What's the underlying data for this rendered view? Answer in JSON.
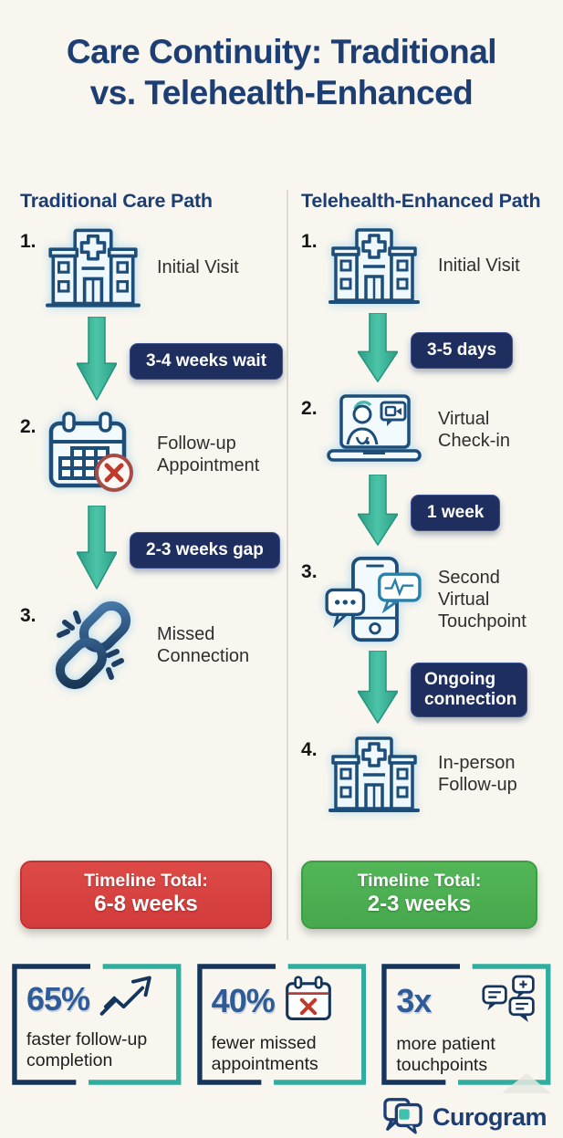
{
  "title": {
    "line1": "Care Continuity: Traditional",
    "line2": "vs. Telehealth-Enhanced"
  },
  "columns": {
    "traditional": {
      "header": "Traditional Care Path",
      "steps": [
        {
          "number": "1.",
          "icon": "hospital-icon",
          "label": "Initial Visit"
        },
        {
          "number": "2.",
          "icon": "calendar-missed-icon",
          "label": "Follow-up Appointment"
        },
        {
          "number": "3.",
          "icon": "broken-link-icon",
          "label": "Missed Connection"
        }
      ],
      "connectors": [
        {
          "icon": "down-arrow-icon",
          "badge": "3-4 weeks wait"
        },
        {
          "icon": "down-arrow-icon",
          "badge": "2-3 weeks gap"
        }
      ],
      "timeline": {
        "label": "Timeline Total:",
        "value": "6-8 weeks",
        "color": "#d84444"
      }
    },
    "telehealth": {
      "header": "Telehealth-Enhanced Path",
      "steps": [
        {
          "number": "1.",
          "icon": "hospital-icon",
          "label": "Initial Visit"
        },
        {
          "number": "2.",
          "icon": "laptop-telehealth-icon",
          "label": "Virtual Check-in"
        },
        {
          "number": "3.",
          "icon": "phone-chat-icon",
          "label": "Second Virtual Touchpoint"
        },
        {
          "number": "4.",
          "icon": "hospital-icon",
          "label": "In-person Follow-up"
        }
      ],
      "connectors": [
        {
          "icon": "down-arrow-icon",
          "badge": "3-5 days"
        },
        {
          "icon": "down-arrow-icon",
          "badge": "1 week"
        },
        {
          "icon": "down-arrow-icon",
          "badge": "Ongoing connection"
        }
      ],
      "timeline": {
        "label": "Timeline Total:",
        "value": "2-3 weeks",
        "color": "#4cb052"
      }
    }
  },
  "stats": [
    {
      "value": "65%",
      "icon": "trend-up-icon",
      "label": "faster follow-up completion"
    },
    {
      "value": "40%",
      "icon": "calendar-x-icon",
      "label": "fewer missed appointments"
    },
    {
      "value": "3x",
      "icon": "chat-bubbles-icon",
      "label": "more patient touchpoints"
    }
  ],
  "footer": {
    "brand": "Curogram",
    "logo_icon": "curogram-logo-icon"
  },
  "colors": {
    "background": "#f8f6ef",
    "navy_heading": "#1c3e73",
    "badge_bg": "#1e2f5f",
    "arrow_teal": "#33ae92",
    "timeline_red": "#d84444",
    "timeline_green": "#4cb052",
    "stat_value": "#2d5c98",
    "bracket_navy": "#16355c",
    "bracket_teal": "#2fae9f"
  }
}
